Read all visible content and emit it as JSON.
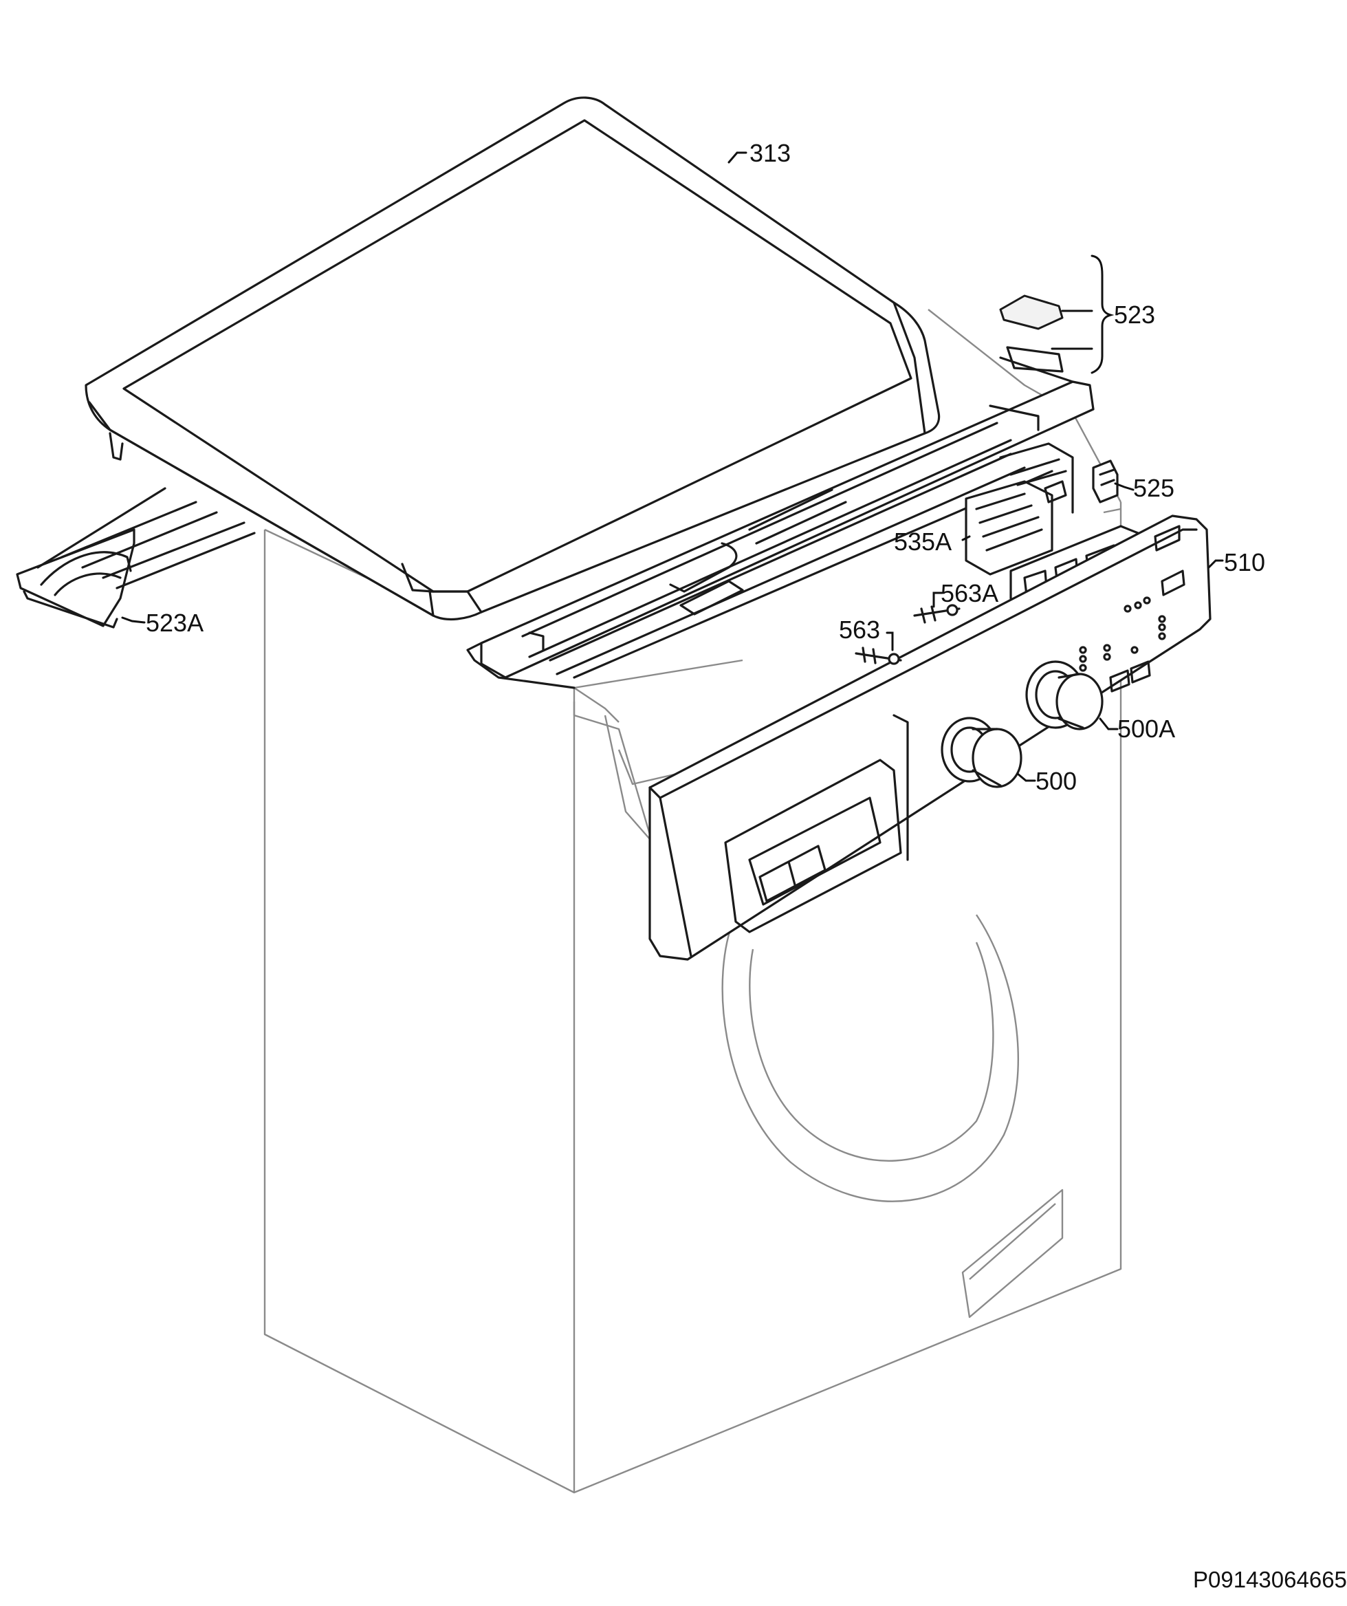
{
  "callouts": {
    "c313": "313",
    "c523": "523",
    "c525": "525",
    "c535A": "535A",
    "c510": "510",
    "c563A": "563A",
    "c563": "563",
    "c523A": "523A",
    "c500A": "500A",
    "c500": "500"
  },
  "drawing_code": "P09143064665"
}
